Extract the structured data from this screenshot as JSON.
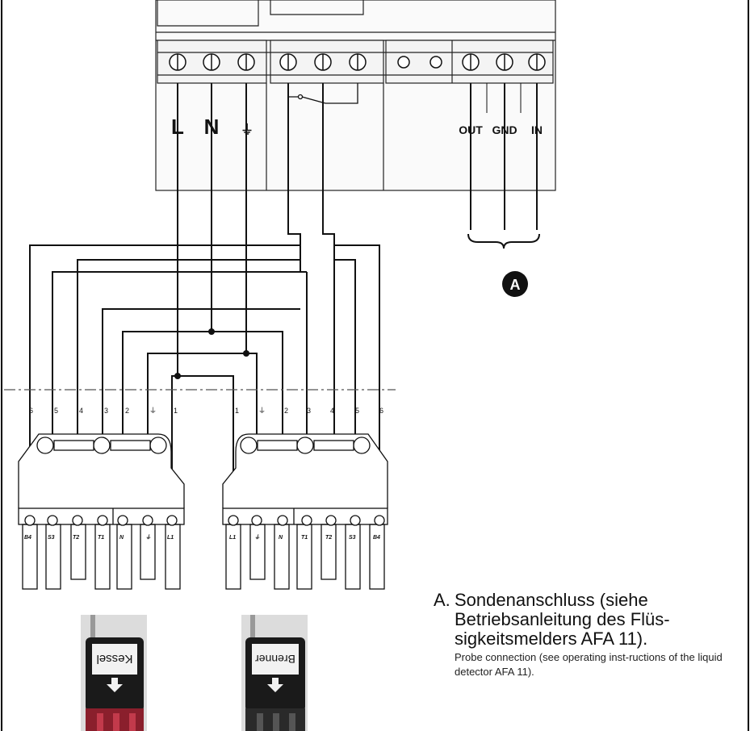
{
  "terminals": {
    "power_labels": [
      "L",
      "N",
      "⏚"
    ],
    "probe_labels": [
      "OUT",
      "GND",
      "IN"
    ]
  },
  "callout": {
    "letter": "A"
  },
  "plugs": {
    "left": {
      "wire_numbers": [
        "6",
        "5",
        "4",
        "3",
        "2",
        "⏚",
        "1"
      ],
      "pin_labels": [
        "B4",
        "S3",
        "T2",
        "T1",
        "N",
        "⏚",
        "L1"
      ],
      "photo_label": "Kessel"
    },
    "right": {
      "wire_numbers": [
        "1",
        "⏚",
        "2",
        "3",
        "4",
        "5",
        "6"
      ],
      "pin_labels": [
        "L1",
        "⏚",
        "N",
        "T1",
        "T2",
        "S3",
        "B4"
      ],
      "photo_label": "Brenner"
    }
  },
  "caption": {
    "letter": "A.",
    "text_de": "Sondenanschluss (siehe Betriebsanleitung des Flüs-sigkeitsmelders AFA 11).",
    "text_en": "Probe connection (see operating inst-ructions of the liquid detector AFA 11)."
  },
  "colors": {
    "line": "#111111",
    "frame": "#000000",
    "gray": "#e8e8e8"
  }
}
